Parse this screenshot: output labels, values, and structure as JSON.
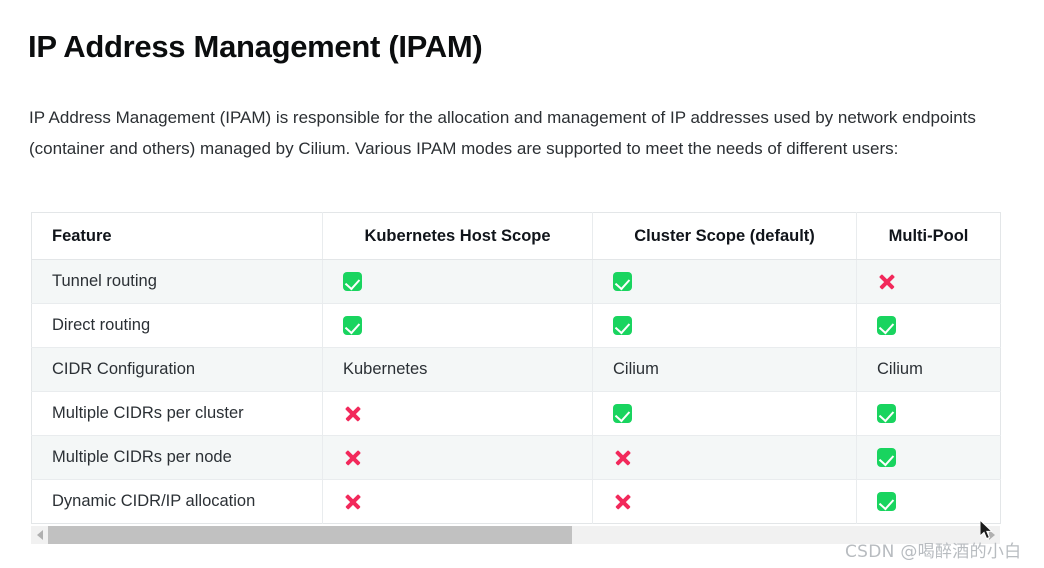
{
  "page": {
    "title": "IP Address Management (IPAM)",
    "intro": "IP Address Management (IPAM) is responsible for the allocation and management of IP addresses used by network endpoints (container and others) managed by Cilium. Various IPAM modes are supported to meet the needs of different users:"
  },
  "table": {
    "columns": [
      "Feature",
      "Kubernetes Host Scope",
      "Cluster Scope (default)",
      "Multi-Pool"
    ],
    "rows": [
      {
        "feature": "Tunnel routing",
        "k8s_host_scope": "check",
        "cluster_scope": "check",
        "multi_pool": "cross"
      },
      {
        "feature": "Direct routing",
        "k8s_host_scope": "check",
        "cluster_scope": "check",
        "multi_pool": "check"
      },
      {
        "feature": "CIDR Configuration",
        "k8s_host_scope": "Kubernetes",
        "cluster_scope": "Cilium",
        "multi_pool": "Cilium"
      },
      {
        "feature": "Multiple CIDRs per cluster",
        "k8s_host_scope": "cross",
        "cluster_scope": "check",
        "multi_pool": "check"
      },
      {
        "feature": "Multiple CIDRs per node",
        "k8s_host_scope": "cross",
        "cluster_scope": "cross",
        "multi_pool": "check"
      },
      {
        "feature": "Dynamic CIDR/IP allocation",
        "k8s_host_scope": "cross",
        "cluster_scope": "cross",
        "multi_pool": "check"
      }
    ]
  },
  "scrollbar": {
    "left_arrow": "triangle-left",
    "right_arrow": "triangle-right",
    "thumb_percent": 56
  },
  "watermark": {
    "text": "CSDN @喝醉酒的小白"
  },
  "colors": {
    "check_green": "#19d45f",
    "cross_red": "#f2295b",
    "row_alt": "#f4f7f7",
    "border": "#e9ecee",
    "scroll_thumb": "#c1c1c1"
  }
}
